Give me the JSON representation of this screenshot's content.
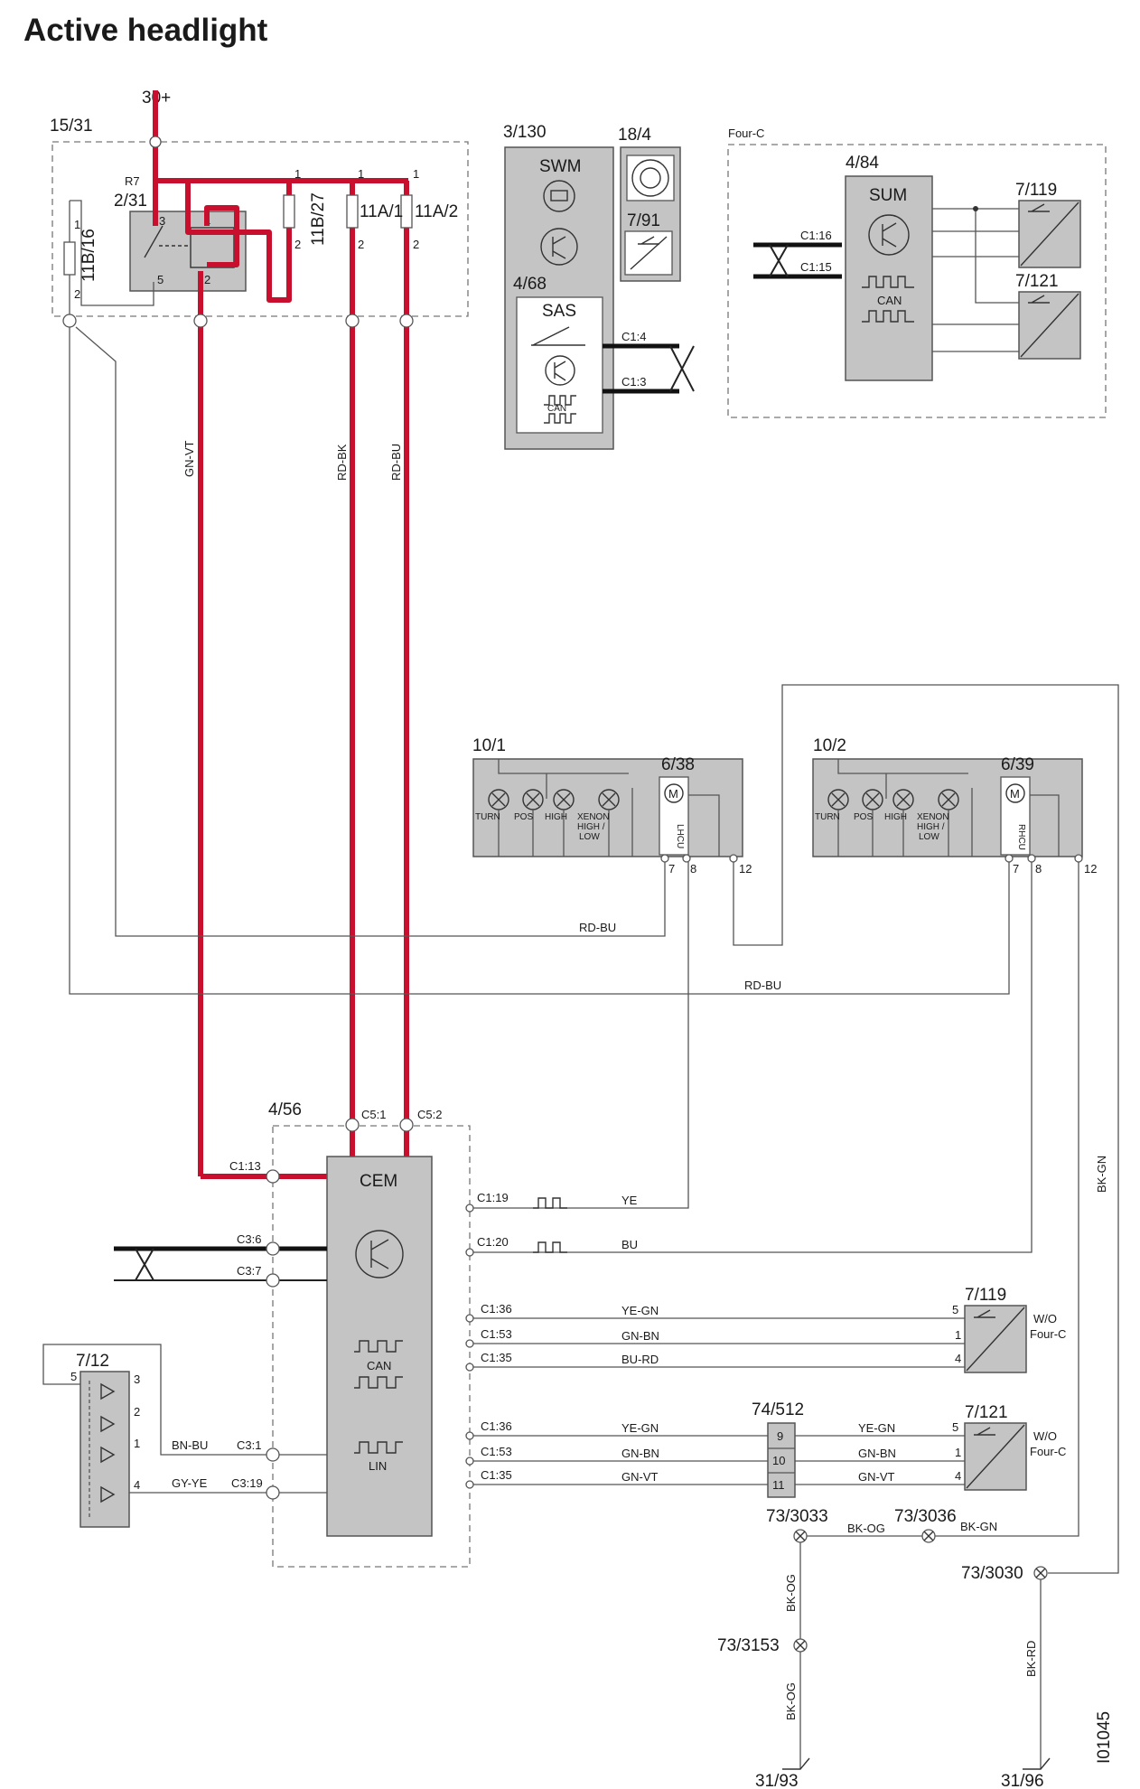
{
  "title": "Active headlight",
  "doc_id": "I01045",
  "supply": "30+",
  "components": {
    "c15_31": "15/31",
    "r7": "R7",
    "c2_31": "2/31",
    "f11b16": "11B/16",
    "f11b27": "11B/27",
    "f11a1": "11A/1",
    "f11a2": "11A/2",
    "c3_130": "3/130",
    "swm": "SWM",
    "c18_4": "18/4",
    "c7_91": "7/91",
    "c4_68": "4/68",
    "sas": "SAS",
    "can": "CAN",
    "lin": "LIN",
    "four_c": "Four-C",
    "c4_84": "4/84",
    "sum": "SUM",
    "c7_119": "7/119",
    "c7_121": "7/121",
    "c10_1": "10/1",
    "c10_2": "10/2",
    "c6_38": "6/38",
    "c6_39": "6/39",
    "lhcu": "LHCU",
    "rhcu": "RHCU",
    "motor": "M",
    "c4_56": "4/56",
    "cem": "CEM",
    "c7_12": "7/12",
    "c74_512": "74/512",
    "wo": "W/O",
    "g73_3033": "73/3033",
    "g73_3036": "73/3036",
    "g73_3030": "73/3030",
    "g73_3153": "73/3153",
    "g31_93": "31/93",
    "g31_96": "31/96"
  },
  "lamp_labels": {
    "turn": "TURN",
    "pos": "POS",
    "high": "HIGH",
    "xenon1": "XENON",
    "xenon2": "HIGH /",
    "xenon3": "LOW"
  },
  "pins": {
    "p1": "1",
    "p2": "2",
    "p3": "3",
    "p4": "4",
    "p5": "5",
    "p7": "7",
    "p8": "8",
    "p9": "9",
    "p10": "10",
    "p11": "11",
    "p12": "12",
    "c1_16": "C1:16",
    "c1_15": "C1:15",
    "c1_4": "C1:4",
    "c1_3": "C1:3",
    "c5_1": "C5:1",
    "c5_2": "C5:2",
    "c1_13": "C1:13",
    "c3_6": "C3:6",
    "c3_7": "C3:7",
    "c1_19": "C1:19",
    "c1_20": "C1:20",
    "c1_36": "C1:36",
    "c1_53": "C1:53",
    "c1_35": "C1:35",
    "c3_1": "C3:1",
    "c3_19": "C3:19"
  },
  "wires": {
    "gn_vt": "GN-VT",
    "rd_bk": "RD-BK",
    "rd_bu": "RD-BU",
    "ye": "YE",
    "bu": "BU",
    "ye_gn": "YE-GN",
    "gn_bn": "GN-BN",
    "bu_rd": "BU-RD",
    "bn_bu": "BN-BU",
    "gy_ye": "GY-YE",
    "bk_og": "BK-OG",
    "bk_gn": "BK-GN",
    "bk_rd": "BK-RD"
  },
  "colors": {
    "power": "#c8102e",
    "module": "#c4c4c4",
    "signal": "#555555"
  }
}
